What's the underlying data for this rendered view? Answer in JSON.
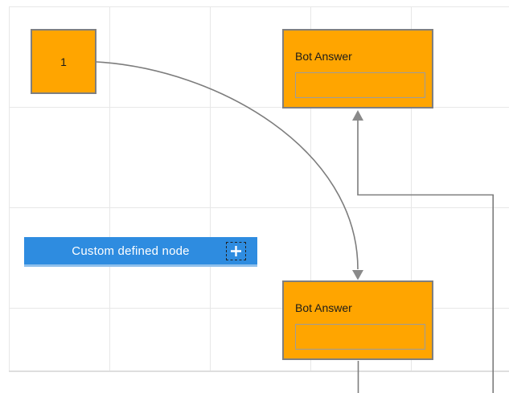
{
  "diagram": {
    "nodes": {
      "start": {
        "label": "1"
      },
      "bot_answer_top": {
        "title": "Bot Answer",
        "field_value": ""
      },
      "bot_answer_bottom": {
        "title": "Bot Answer",
        "field_value": ""
      },
      "custom": {
        "label": "Custom defined node",
        "icon": "plus-icon"
      }
    },
    "colors": {
      "node_fill": "#FFA500",
      "node_border": "#7F7F7F",
      "field_border": "#9C9C9C",
      "button_fill": "#2E8CE0",
      "button_text": "#FFFFFF",
      "connector": "#7D7D7D",
      "arrowhead": "#8A8A8A",
      "grid_line": "#E7E7E7"
    }
  }
}
